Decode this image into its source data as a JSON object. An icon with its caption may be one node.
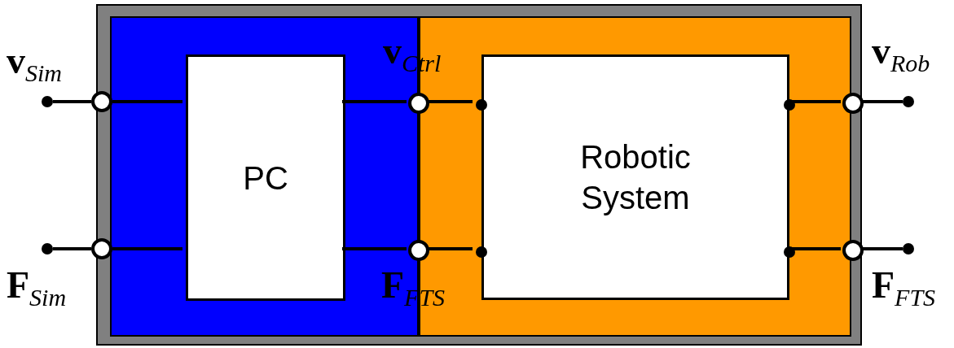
{
  "diagram": {
    "nodes": [
      {
        "text": [],
        "shape": "box"
      },
      {
        "text": [],
        "shape": "box",
        "in": 0
      },
      {
        "text": [],
        "shape": "box",
        "in": 0
      },
      {
        "text": [
          "PC"
        ],
        "in": 1
      },
      {
        "text": [
          "Robotic System"
        ],
        "in": 2
      },
      {
        "text": [],
        "shape": "circle",
        "beside": [
          "v$_{Sim}$"
        ]
      },
      {
        "text": [],
        "shape": "circle",
        "beside": [
          "F$_{Sim}$"
        ]
      },
      {
        "text": [],
        "shape": "circle",
        "in": 0,
        "beside": [
          "v$_{Ctrl}$"
        ]
      },
      {
        "text": [],
        "shape": "circle",
        "in": 0,
        "beside": [
          "F$_{FTS}$"
        ]
      },
      {
        "text": [],
        "shape": "circle",
        "in": 0,
        "beside": [
          "v$_{Rob}$"
        ]
      },
      {
        "text": [],
        "shape": "circle",
        "in": 0,
        "beside": [
          "F$_{FTS}$"
        ]
      },
      {
        "text": [],
        "shape": "dot"
      },
      {
        "text": [],
        "shape": "dot"
      },
      {
        "text": [],
        "shape": "dot",
        "in": 2
      },
      {
        "text": [],
        "shape": "dot",
        "in": 2
      },
      {
        "text": [],
        "shape": "dot",
        "in": 2
      },
      {
        "text": [],
        "shape": "dot",
        "in": 2
      },
      {
        "text": [],
        "shape": "dot"
      },
      {
        "text": [],
        "shape": "dot"
      }
    ],
    "edges": [
      {
        "from": 11,
        "to": 5,
        "arrow": "none"
      },
      {
        "from": 5,
        "to": 3,
        "arrow": "none"
      },
      {
        "from": 12,
        "to": 6,
        "arrow": "none"
      },
      {
        "from": 6,
        "to": 3,
        "arrow": "none"
      },
      {
        "from": 3,
        "to": 7,
        "arrow": "none"
      },
      {
        "from": 7,
        "to": 13,
        "arrow": "none"
      },
      {
        "from": 3,
        "to": 8,
        "arrow": "none"
      },
      {
        "from": 8,
        "to": 14,
        "arrow": "none"
      },
      {
        "from": 15,
        "to": 9,
        "arrow": "none"
      },
      {
        "from": 9,
        "to": 17,
        "arrow": "none"
      },
      {
        "from": 16,
        "to": 10,
        "arrow": "none"
      },
      {
        "from": 10,
        "to": 18,
        "arrow": "none"
      }
    ]
  }
}
